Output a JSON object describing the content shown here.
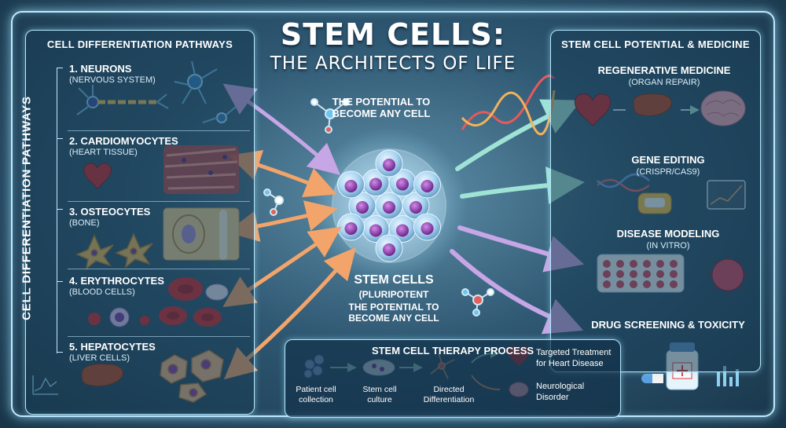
{
  "title": {
    "main": "STEM CELLS:",
    "subtitle": "THE ARCHITECTS OF LIFE"
  },
  "left_panel": {
    "title": "CELL DIFFERENTIATION PATHWAYS",
    "vertical_title": "CELL DIFFERENTIATION PATHWAYS",
    "items": [
      {
        "name": "1. NEURONS",
        "sub": "(NERVOUS SYSTEM)"
      },
      {
        "name": "2. CARDIOMYOCYTES",
        "sub": "(HEART TISSUE)"
      },
      {
        "name": "3. OSTEOCYTES",
        "sub": "(BONE)"
      },
      {
        "name": "4. ERYTHROCYTES",
        "sub": "(BLOOD CELLS)"
      },
      {
        "name": "5. HEPATOCYTES",
        "sub": "(LIVER CELLS)"
      }
    ]
  },
  "center": {
    "potential_top": [
      "THE POTENTIAL TO",
      "BECOME ANY CELL"
    ],
    "stem_title": "STEM CELLS",
    "stem_sub": "(PLURIPOTENT",
    "stem_potential": [
      "THE POTENTIAL TO",
      "BECOME ANY CELL"
    ]
  },
  "right_panel": {
    "title": "STEM CELL POTENTIAL & MEDICINE",
    "items": [
      {
        "name": "REGENERATIVE MEDICINE",
        "sub": "(ORGAN REPAIR)"
      },
      {
        "name": "GENE EDITING",
        "sub": "(CRISPR/CAS9)"
      },
      {
        "name": "DISEASE MODELING",
        "sub": "(IN VITRO)"
      },
      {
        "name": "DRUG SCREENING & TOXICITY",
        "sub": ""
      }
    ]
  },
  "therapy": {
    "title": "STEM CELL THERAPY PROCESS",
    "steps": [
      [
        "Patient cell",
        "collection"
      ],
      [
        "Stem cell",
        "culture"
      ],
      [
        "Directed",
        "Differentiation"
      ]
    ],
    "outcomes": [
      [
        "Targeted Treatment",
        "for Heart Disease"
      ],
      [
        "Neurological",
        "Disorder"
      ]
    ]
  },
  "colors": {
    "frame": "#bfe9ff",
    "arrow_warm": "#f2a46a",
    "arrow_cool": "#9fe3d6",
    "arrow_violet": "#c7a6e6",
    "cell_nucleus": "#8a3aa8",
    "blood": "#d3262e",
    "heart": "#c8282f",
    "liver": "#b8451f"
  }
}
